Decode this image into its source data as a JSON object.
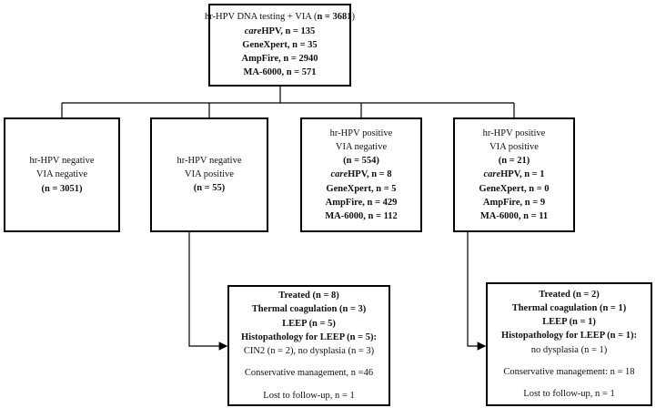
{
  "top": {
    "line1_text": "hr-HPV DNA testing + VIA (",
    "line1_n": "n = 3681",
    "line1_end": ")",
    "care_prefix": "care",
    "care_rest": "HPV, n = 135",
    "genexpert": "GeneXpert, n = 35",
    "ampfire": "AmpFire, n = 2940",
    "ma6000": "MA-6000, n = 571"
  },
  "box1": {
    "line1": "hr-HPV negative",
    "line2": "VIA negative",
    "n": "(n = 3051)"
  },
  "box2": {
    "line1": "hr-HPV negative",
    "line2": "VIA positive",
    "n": "(n = 55)"
  },
  "box3": {
    "line1": "hr-HPV positive",
    "line2": "VIA negative",
    "n": "(n = 554)",
    "care_prefix": "care",
    "care_rest": "HPV, n = 8",
    "genexpert": "GeneXpert, n = 5",
    "ampfire": "AmpFire, n = 429",
    "ma6000": "MA-6000, n = 112"
  },
  "box4": {
    "line1": "hr-HPV positive",
    "line2": "VIA positive",
    "n": "(n = 21)",
    "care_prefix": "care",
    "care_rest": "HPV, n = 1",
    "genexpert": "GeneXpert, n = 0",
    "ampfire": "AmpFire, n = 9",
    "ma6000": "MA-6000, n = 11"
  },
  "left_outcome": {
    "treated": "Treated (n = 8)",
    "thermal": "Thermal coagulation (n = 3)",
    "leep": "LEEP (n = 5)",
    "histo": "Histopathology for LEEP (n = 5):",
    "histo_detail": "CIN2 (n = 2), no dysplasia (n = 3)",
    "conservative": "Conservative management, n =46",
    "lost": "Lost to follow-up, n = 1"
  },
  "right_outcome": {
    "treated": "Treated (n = 2)",
    "thermal": "Thermal coagulation (n = 1)",
    "leep": "LEEP (n = 1)",
    "histo": "Histopathology for LEEP (n = 1):",
    "histo_detail": "no dysplasia (n = 1)",
    "conservative": "Conservative management: n = 18",
    "lost": "Lost to follow-up, n = 1"
  }
}
